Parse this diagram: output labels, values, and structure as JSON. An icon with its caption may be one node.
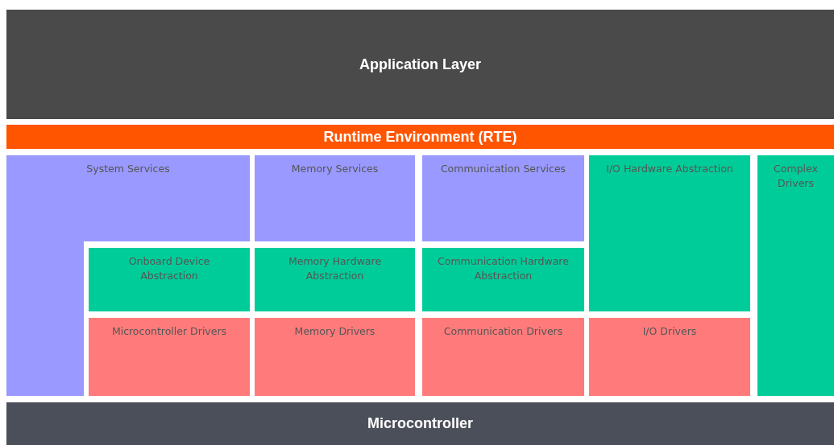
{
  "diagram": {
    "nodes": [
      {
        "text": [
          "Application Layer"
        ]
      },
      {
        "text": [
          "Runtime Environment (RTE)"
        ]
      },
      {
        "text": [
          "System Services"
        ]
      },
      {
        "text": [
          "Memory Services"
        ]
      },
      {
        "text": [
          "Communication Services"
        ]
      },
      {
        "text": [
          "I/O Hardware Abstraction"
        ]
      },
      {
        "text": [
          "Complex Drivers"
        ]
      },
      {
        "text": [
          "Onboard Device Abstraction"
        ]
      },
      {
        "text": [
          "Memory Hardware Abstraction"
        ]
      },
      {
        "text": [
          "Communication Hardware Abstraction"
        ]
      },
      {
        "text": [
          "Microcontroller Drivers"
        ]
      },
      {
        "text": [
          "Memory Drivers"
        ]
      },
      {
        "text": [
          "Communication Drivers"
        ]
      },
      {
        "text": [
          "I/O Drivers"
        ]
      },
      {
        "text": [
          "Microcontroller"
        ]
      }
    ],
    "edges": []
  }
}
